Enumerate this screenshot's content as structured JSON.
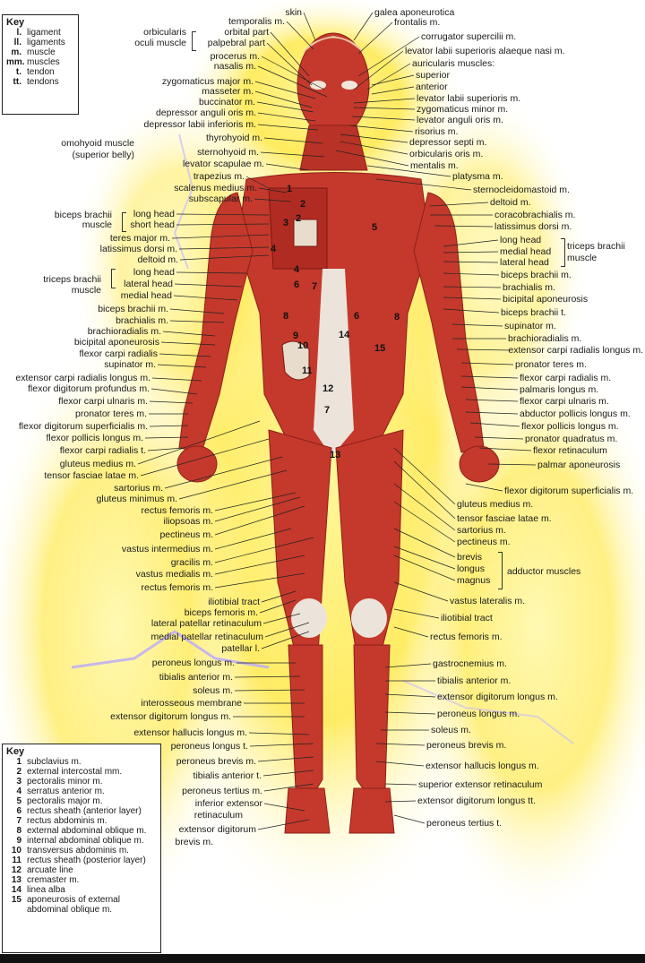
{
  "key_top": {
    "title": "Key",
    "rows": [
      {
        "abbr": "l.",
        "meaning": "ligament"
      },
      {
        "abbr": "ll.",
        "meaning": "ligaments"
      },
      {
        "abbr": "m.",
        "meaning": "muscle"
      },
      {
        "abbr": "mm.",
        "meaning": "muscles"
      },
      {
        "abbr": "t.",
        "meaning": "tendon"
      },
      {
        "abbr": "tt.",
        "meaning": "tendons"
      }
    ]
  },
  "key_bottom": {
    "title": "Key",
    "rows": [
      {
        "n": "1",
        "t": "subclavius m."
      },
      {
        "n": "2",
        "t": "external intercostal mm."
      },
      {
        "n": "3",
        "t": "pectoralis minor m."
      },
      {
        "n": "4",
        "t": "serratus anterior m."
      },
      {
        "n": "5",
        "t": "pectoralis major m."
      },
      {
        "n": "6",
        "t": "rectus sheath (anterior layer)"
      },
      {
        "n": "7",
        "t": "rectus abdominis m."
      },
      {
        "n": "8",
        "t": "external abdominal oblique m."
      },
      {
        "n": "9",
        "t": "internal abdominal oblique m."
      },
      {
        "n": "10",
        "t": "transversus abdominis m."
      },
      {
        "n": "11",
        "t": "rectus sheath (posterior layer)"
      },
      {
        "n": "12",
        "t": "arcuate line"
      },
      {
        "n": "13",
        "t": "cremaster m."
      },
      {
        "n": "14",
        "t": "linea alba"
      },
      {
        "n": "15",
        "t": "aponeurosis of external"
      },
      {
        "n": "",
        "t": "abdominal oblique m."
      }
    ]
  },
  "labels_left": [
    "skin",
    "temporalis m.",
    "orbicularis",
    "oculi muscle",
    "orbital part",
    "palpebral part",
    "procerus m.",
    "nasalis m.",
    "zygomaticus major m.",
    "masseter m.",
    "buccinator m.",
    "depressor anguli oris m.",
    "depressor labii inferioris m.",
    "thyrohyoid m.",
    "omohyoid muscle",
    "(superior belly)",
    "sternohyoid m.",
    "levator scapulae m.",
    "trapezius m.",
    "scalenus medius m.",
    "subscapular m.",
    "biceps brachii",
    "muscle",
    "long head",
    "short head",
    "teres major m.",
    "latissimus dorsi m.",
    "deltoid m.",
    "triceps brachii",
    "muscle",
    "long head",
    "lateral head",
    "medial head",
    "biceps brachii m.",
    "brachialis m.",
    "brachioradialis m.",
    "bicipital aponeurosis",
    "flexor carpi radialis",
    "supinator m.",
    "extensor carpi radialis longus m.",
    "flexor digitorum profundus m.",
    "flexor carpi ulnaris m.",
    "pronator teres m.",
    "flexor digitorum superficialis m.",
    "flexor pollicis longus m.",
    "flexor carpi radialis t.",
    "gluteus medius m.",
    "tensor fasciae latae m.",
    "sartorius m.",
    "gluteus minimus m.",
    "rectus femoris m.",
    "iliopsoas m.",
    "pectineus m.",
    "vastus intermedius m.",
    "gracilis m.",
    "vastus medialis m.",
    "rectus femoris m.",
    "iliotibial tract",
    "biceps femoris m.",
    "lateral patellar retinaculum",
    "medial patellar retinaculum",
    "patellar l.",
    "peroneus longus m.",
    "tibialis anterior m.",
    "soleus m.",
    "interosseous membrane",
    "extensor digitorum longus m.",
    "extensor hallucis longus m.",
    "peroneus longus t.",
    "peroneus brevis m.",
    "tibialis anterior t.",
    "peroneus tertius m.",
    "inferior extensor",
    "retinaculum",
    "extensor digitorum",
    "brevis m."
  ],
  "labels_right": [
    "galea aponeurotica",
    "frontalis m.",
    "corrugator supercilii m.",
    "levator labii superioris alaeque nasi m.",
    "auricularis muscles:",
    "superior",
    "anterior",
    "levator labii superioris m.",
    "zygomaticus minor m.",
    "levator anguli oris m.",
    "risorius m.",
    "depressor septi m.",
    "orbicularis oris m.",
    "mentalis m.",
    "platysma m.",
    "sternocleidomastoid m.",
    "deltoid m.",
    "coracobrachialis m.",
    "latissimus dorsi m.",
    "long head",
    "medial head",
    "lateral head",
    "triceps brachii",
    "muscle",
    "biceps brachii m.",
    "brachialis m.",
    "bicipital aponeurosis",
    "biceps brachii t.",
    "supinator m.",
    "brachioradialis m.",
    "extensor carpi radialis longus m.",
    "pronator teres m.",
    "flexor carpi radialis m.",
    "palmaris longus m.",
    "flexor carpi ulnaris m.",
    "abductor pollicis longus m.",
    "flexor pollicis longus m.",
    "pronator quadratus m.",
    "flexor retinaculum",
    "palmar aponeurosis",
    "flexor digitorum superficialis m.",
    "gluteus medius m.",
    "tensor fasciae latae m.",
    "sartorius m.",
    "pectineus m.",
    "brevis",
    "longus",
    "magnus",
    "adductor muscles",
    "vastus lateralis m.",
    "iliotibial tract",
    "rectus femoris m.",
    "gastrocnemius m.",
    "tibialis anterior m.",
    "extensor digitorum longus m.",
    "peroneus longus m.",
    "soleus m.",
    "peroneus brevis m.",
    "extensor hallucis longus m.",
    "superior extensor retinaculum",
    "extensor digitorum longus tt.",
    "peroneus tertius t."
  ],
  "region_numbers": [
    "1",
    "2",
    "3",
    "2",
    "4",
    "5",
    "4",
    "6",
    "7",
    "8",
    "6",
    "8",
    "9",
    "10",
    "14",
    "15",
    "11",
    "12",
    "7",
    "13"
  ],
  "colors": {
    "muscle": "#c4392c",
    "muscle_dark": "#8e1f18",
    "glow": "#ffe94a",
    "tendon": "#e8e0d4"
  }
}
